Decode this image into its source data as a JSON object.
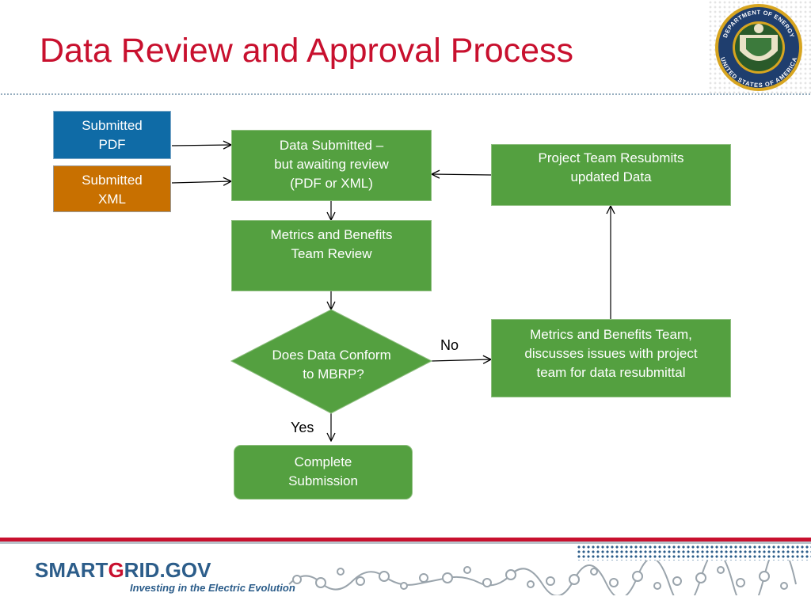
{
  "title": "Data Review and Approval Process",
  "nodes": {
    "submitted_pdf": [
      "Submitted",
      "PDF"
    ],
    "submitted_xml": [
      "Submitted",
      "XML"
    ],
    "data_submitted": [
      "Data Submitted –",
      "but awaiting review",
      "(PDF or XML)"
    ],
    "team_review": [
      "Metrics and Benefits",
      "Team Review"
    ],
    "decision": [
      "Does Data Conform",
      "to MBRP?"
    ],
    "complete": [
      "Complete",
      "Submission"
    ],
    "discusses": [
      "Metrics and Benefits Team,",
      "discusses issues with project",
      "team for data resubmittal"
    ],
    "resubmits": [
      "Project Team Resubmits",
      "updated Data"
    ]
  },
  "edge_labels": {
    "no": "No",
    "yes": "Yes"
  },
  "footer": {
    "logo_left": "SMART",
    "logo_g": "G",
    "logo_right": "RID.GOV",
    "tagline": "Investing in the Electric Evolution"
  },
  "seal": {
    "top_text": "DEPARTMENT OF ENERGY",
    "bottom_text": "UNITED STATES OF AMERICA"
  },
  "colors": {
    "title": "#c8102e",
    "process_green": "#54a040",
    "pdf_blue": "#0f6ba6",
    "xml_orange": "#c87000",
    "footer_red": "#c8102e",
    "footer_blue": "#2c5d8a"
  }
}
